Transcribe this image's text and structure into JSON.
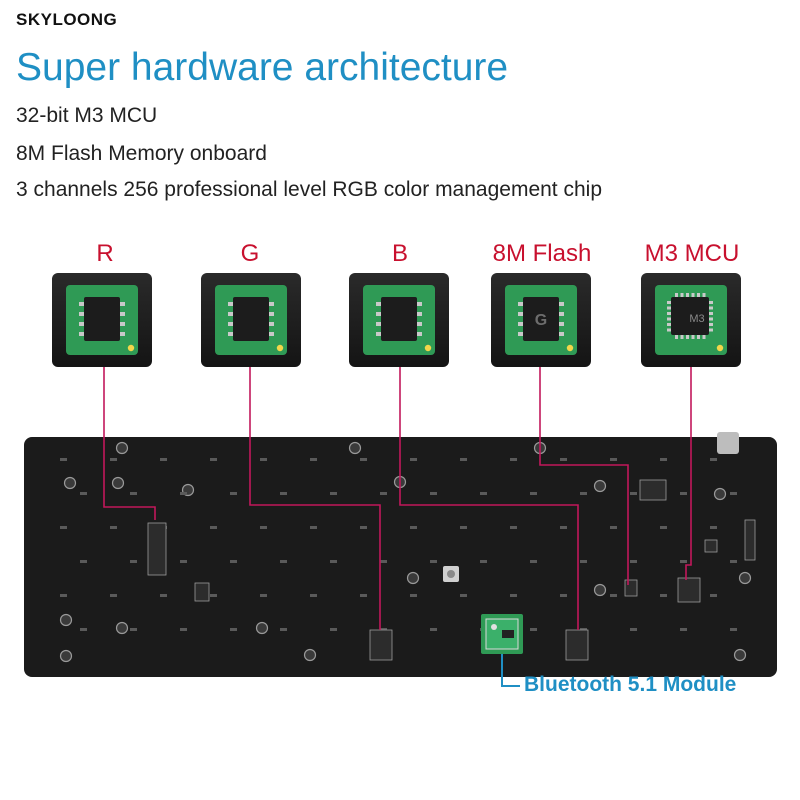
{
  "brand": "SKYLOONG",
  "title": "Super hardware architecture",
  "features": [
    "32-bit M3 MCU",
    "8M Flash Memory onboard",
    "3 channels 256 professional level RGB color management chip"
  ],
  "chips": [
    {
      "label": "R",
      "type": "soic"
    },
    {
      "label": "G",
      "type": "soic"
    },
    {
      "label": "B",
      "type": "soic"
    },
    {
      "label": "8M Flash",
      "type": "flash"
    },
    {
      "label": "M3 MCU",
      "type": "qfn"
    }
  ],
  "chip_markings": {
    "flash": "G",
    "mcu": "M3"
  },
  "module_label": "Bluetooth 5.1 Module",
  "colors": {
    "title": "#1f8fc4",
    "chip_label": "#c8102e",
    "trace": "#c2185b",
    "module_line": "#1f8fc4",
    "pcb": "#1b1b1b",
    "chip_pcb": "#2f9a55"
  }
}
